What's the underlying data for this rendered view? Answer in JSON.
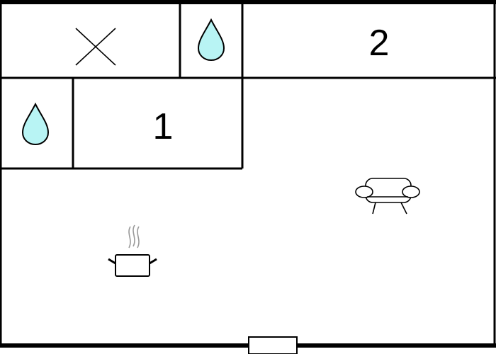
{
  "floorplan": {
    "rooms": [
      {
        "name": "bedroom-1",
        "label": "1"
      },
      {
        "name": "bedroom-2",
        "label": "2"
      }
    ],
    "icons": [
      {
        "name": "closed-space-x-icon"
      },
      {
        "name": "water-drop-icon"
      },
      {
        "name": "water-drop-icon"
      },
      {
        "name": "sofa-icon"
      },
      {
        "name": "cooking-pot-icon"
      },
      {
        "name": "entrance-door-icon"
      }
    ],
    "colors": {
      "wall": "#000000",
      "water_fill": "#b8f4f4",
      "background": "#ffffff"
    }
  }
}
